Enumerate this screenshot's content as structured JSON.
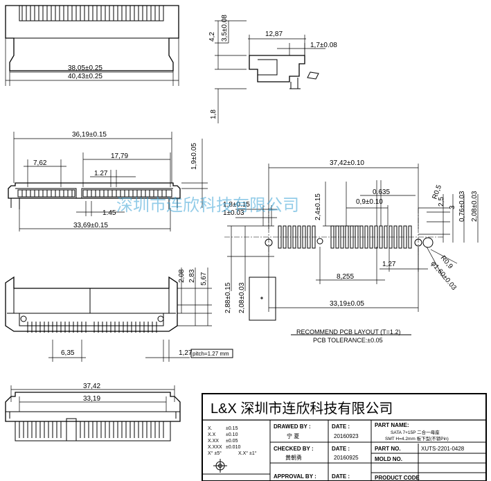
{
  "top_left": {
    "d1": "38,05±0.25",
    "d2": "40,43±0.25"
  },
  "top_side": {
    "d_4_2": "4,2",
    "d_3_5": "3,5±0.08",
    "d_12_87": "12,87",
    "d_1_7": "1,7±0.08",
    "d_1_8": "1,8"
  },
  "mid_left": {
    "d_36_19": "36,19±0.15",
    "d_1_9": "1,9±0.05",
    "d_7_62": "7,62",
    "d_17_79": "17,79",
    "d_1_27": "1.27",
    "d_1_45": "1.45",
    "d_33_69": "33,69±0.15"
  },
  "front_view": {
    "d_2_08": "2,08",
    "d_2_83": "2,83",
    "d_5_67": "5,67",
    "d_6_35": "6,35",
    "d_1_27": "1,27",
    "pitch": "pitch=1.27 mm"
  },
  "bottom_view": {
    "d_37_42": "37,42",
    "d_33_19": "33,19"
  },
  "pcb_layout": {
    "d_37_42": "37,42±0.10",
    "d_0_635": "0.635",
    "d_0_9": "0,9±0.10",
    "d_2_4": "2,4±0.15",
    "d_1_8": "1,8±0.15",
    "d_1": "1±0.03",
    "d_2_5": "2,5",
    "d_3": "3",
    "d_R0_5": "R0,5",
    "d_0_76": "0,76±0.03",
    "d_2_08": "2,08±0.03",
    "d_1_27": "1,27",
    "d_8_255": "8,255",
    "d_2_88": "2,88±0.15",
    "d_2_08_v": "2,08±0.03",
    "d_R0_9": "R0,9",
    "d_phi": "φ1,60±0.03",
    "d_33_19": "33,19±0.05",
    "note1": "RECOMMEND PCB LAYOUT (T=1.2)",
    "note2": "PCB TOLERANCE:±0.05"
  },
  "watermark": "深圳市连欣科技有限公司",
  "title_block": {
    "company": "L&X  深圳市连欣科技有限公司",
    "tol_x": "X.",
    "tol_x_val": "±0.15",
    "tol_xx": "X.X",
    "tol_xx_val": "±0.10",
    "tol_xxx": "X.XX",
    "tol_xxx_val": "±0.05",
    "tol_xxxx": "X.XXX",
    "tol_xxxx_val": "±0.010",
    "tol_ang1": "X° ±5°",
    "tol_ang2": "X.X° ±1°",
    "drawn_by_label": "DRAWED BY :",
    "drawn_by": "宁 夏",
    "checked_by_label": "CHECKED BY :",
    "checked_by": "黄朝勇",
    "approval_label": "APPROVAL BY :",
    "date_label_1": "DATE :",
    "date_1": "20160923",
    "date_label_2": "DATE :",
    "date_2": "20160925",
    "date_label_3": "DATE :",
    "part_name_label": "PART NAME:",
    "part_name_1": "SATA 7+15P  二合一母座",
    "part_name_2": "SMT H=4.2mm  板下型(不锁Pin)",
    "part_no_label": "PART NO.",
    "part_no": "XUTS-2201-0428",
    "mold_no_label": "MOLD NO.",
    "product_code_label": "PRODUCT CODE"
  }
}
